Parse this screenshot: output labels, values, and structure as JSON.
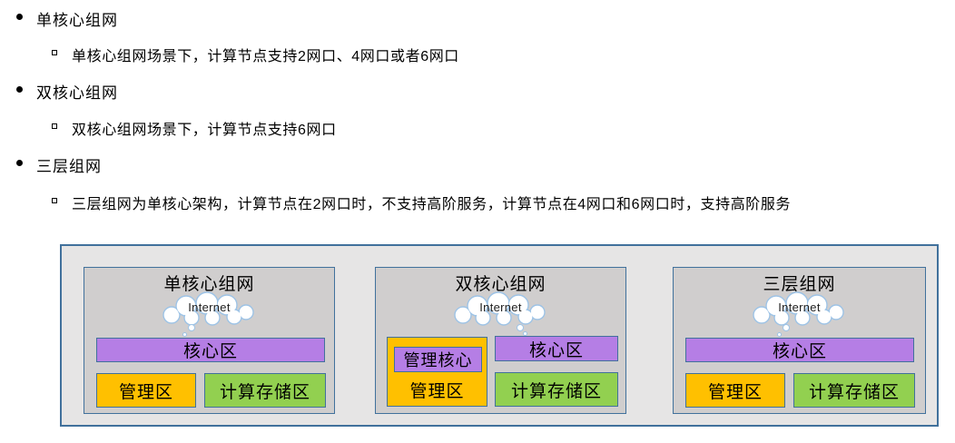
{
  "bullets": [
    {
      "label": "单核心组网",
      "sub": "单核心组网场景下，计算节点支持2网口、4网口或者6网口"
    },
    {
      "label": "双核心组网",
      "sub": "双核心组网场景下，计算节点支持6网口"
    },
    {
      "label": "三层组网",
      "sub": "三层组网为单核心架构，计算节点在2网口时，不支持高阶服务，计算节点在4网口和6网口时，支持高阶服务"
    }
  ],
  "diagram": {
    "panels": [
      {
        "title": "单核心组网",
        "cloud_label": "Internet",
        "core_label": "核心区",
        "mgmt_label": "管理区",
        "compute_label": "计算存储区"
      },
      {
        "title": "双核心组网",
        "cloud_label": "Internet",
        "mgmt_core_label": "管理核心",
        "mgmt_label": "管理区",
        "core_label": "核心区",
        "compute_label": "计算存储区"
      },
      {
        "title": "三层组网",
        "cloud_label": "Internet",
        "core_label": "核心区",
        "mgmt_label": "管理区",
        "compute_label": "计算存储区"
      }
    ],
    "colors": {
      "core_purple": "#b57ee5",
      "mgmt_orange": "#ffc000",
      "compute_green": "#92d050",
      "panel_gray": "#d0cece",
      "container_gray": "#e6e5e5",
      "border_blue": "#41719c",
      "cloud_stroke": "#9dc3e6"
    }
  }
}
